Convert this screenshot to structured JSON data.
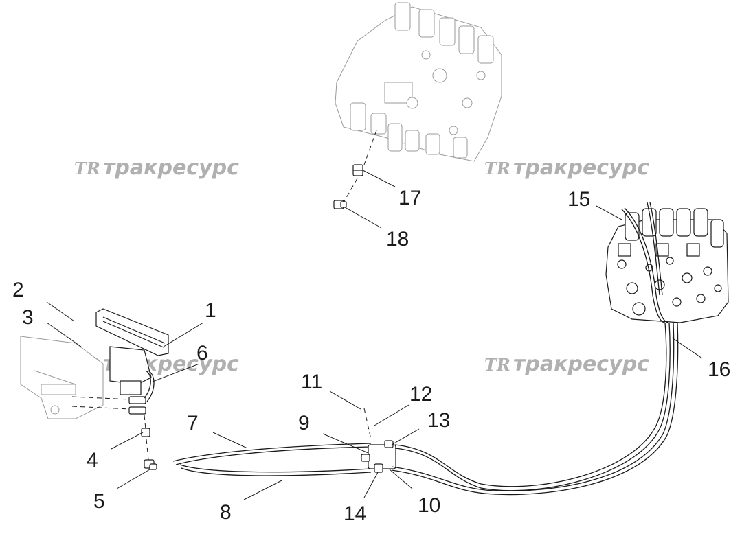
{
  "watermark": {
    "logo": "TR",
    "text": "тракресурс"
  },
  "callouts": [
    {
      "id": "1",
      "label": "1"
    },
    {
      "id": "2",
      "label": "2"
    },
    {
      "id": "3",
      "label": "3"
    },
    {
      "id": "4",
      "label": "4"
    },
    {
      "id": "5",
      "label": "5"
    },
    {
      "id": "6",
      "label": "6"
    },
    {
      "id": "7",
      "label": "7"
    },
    {
      "id": "8",
      "label": "8"
    },
    {
      "id": "9",
      "label": "9"
    },
    {
      "id": "10",
      "label": "10"
    },
    {
      "id": "11",
      "label": "11"
    },
    {
      "id": "12",
      "label": "12"
    },
    {
      "id": "13",
      "label": "13"
    },
    {
      "id": "14",
      "label": "14"
    },
    {
      "id": "15",
      "label": "15"
    },
    {
      "id": "16",
      "label": "16"
    },
    {
      "id": "17",
      "label": "17"
    },
    {
      "id": "18",
      "label": "18"
    }
  ],
  "colors": {
    "line": "#1a1a1a",
    "ghost": "#9a9a9a",
    "watermark": "#b0b0b0",
    "background": "#ffffff"
  }
}
